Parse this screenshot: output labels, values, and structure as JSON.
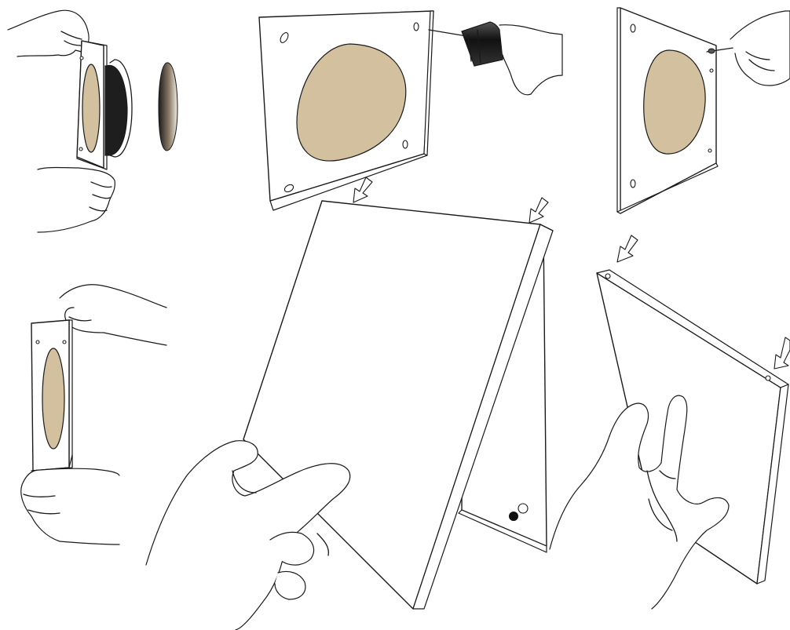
{
  "colors": {
    "cutout": "#d3c09f",
    "ink": "#1a1a1a",
    "panel": "#ffffff",
    "drill_body": "#1e1e1e",
    "plug_white": "#ffffff"
  },
  "steps": [
    {
      "id": "insert-driver",
      "icon": "speaker-driver-icon"
    },
    {
      "id": "drill-baffle",
      "icon": "drill-icon"
    },
    {
      "id": "screw-baffle",
      "icon": "screwdriver-icon"
    },
    {
      "id": "hold-baffle",
      "icon": "hand-icon"
    },
    {
      "id": "attach-front-panel",
      "icon": "down-arrow-icon"
    },
    {
      "id": "attach-side-panel",
      "icon": "down-arrow-icon"
    }
  ]
}
